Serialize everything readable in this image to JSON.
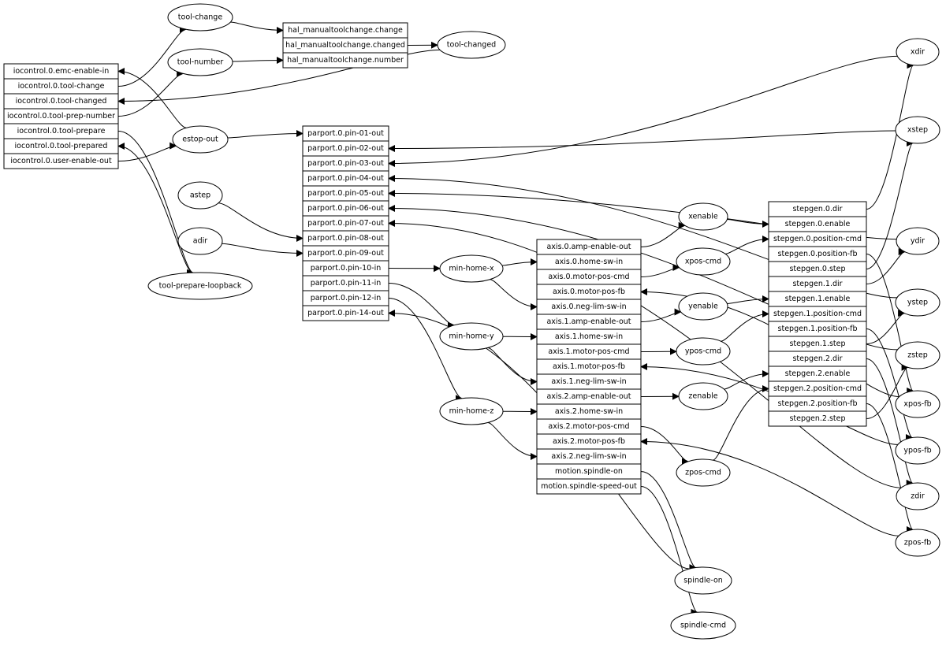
{
  "graph": {
    "line_color": "#000000",
    "fill_color": "#ffffff",
    "records": [
      {
        "id": "iocontrol",
        "fields": [
          "iocontrol.0.emc-enable-in",
          "iocontrol.0.tool-change",
          "iocontrol.0.tool-changed",
          "iocontrol.0.tool-prep-number",
          "iocontrol.0.tool-prepare",
          "iocontrol.0.tool-prepared",
          "iocontrol.0.user-enable-out"
        ]
      },
      {
        "id": "hal_manualtoolchange",
        "fields": [
          "hal_manualtoolchange.change",
          "hal_manualtoolchange.changed",
          "hal_manualtoolchange.number"
        ]
      },
      {
        "id": "parport",
        "fields": [
          "parport.0.pin-01-out",
          "parport.0.pin-02-out",
          "parport.0.pin-03-out",
          "parport.0.pin-04-out",
          "parport.0.pin-05-out",
          "parport.0.pin-06-out",
          "parport.0.pin-07-out",
          "parport.0.pin-08-out",
          "parport.0.pin-09-out",
          "parport.0.pin-10-in",
          "parport.0.pin-11-in",
          "parport.0.pin-12-in",
          "parport.0.pin-14-out"
        ]
      },
      {
        "id": "axis",
        "fields": [
          "axis.0.amp-enable-out",
          "axis.0.home-sw-in",
          "axis.0.motor-pos-cmd",
          "axis.0.motor-pos-fb",
          "axis.0.neg-lim-sw-in",
          "axis.1.amp-enable-out",
          "axis.1.home-sw-in",
          "axis.1.motor-pos-cmd",
          "axis.1.motor-pos-fb",
          "axis.1.neg-lim-sw-in",
          "axis.2.amp-enable-out",
          "axis.2.home-sw-in",
          "axis.2.motor-pos-cmd",
          "axis.2.motor-pos-fb",
          "axis.2.neg-lim-sw-in",
          "motion.spindle-on",
          "motion.spindle-speed-out"
        ]
      },
      {
        "id": "stepgen",
        "fields": [
          "stepgen.0.dir",
          "stepgen.0.enable",
          "stepgen.0.position-cmd",
          "stepgen.0.position-fb",
          "stepgen.0.step",
          "stepgen.1.dir",
          "stepgen.1.enable",
          "stepgen.1.position-cmd",
          "stepgen.1.position-fb",
          "stepgen.1.step",
          "stepgen.2.dir",
          "stepgen.2.enable",
          "stepgen.2.position-cmd",
          "stepgen.2.position-fb",
          "stepgen.2.step"
        ]
      }
    ],
    "signals": [
      {
        "id": "tool-change",
        "label": "tool-change"
      },
      {
        "id": "tool-number",
        "label": "tool-number"
      },
      {
        "id": "tool-changed",
        "label": "tool-changed"
      },
      {
        "id": "estop-out",
        "label": "estop-out"
      },
      {
        "id": "astep",
        "label": "astep"
      },
      {
        "id": "adir",
        "label": "adir"
      },
      {
        "id": "tool-prepare-loopback",
        "label": "tool-prepare-loopback"
      },
      {
        "id": "min-home-x",
        "label": "min-home-x"
      },
      {
        "id": "min-home-y",
        "label": "min-home-y"
      },
      {
        "id": "min-home-z",
        "label": "min-home-z"
      },
      {
        "id": "xenable",
        "label": "xenable"
      },
      {
        "id": "xpos-cmd",
        "label": "xpos-cmd"
      },
      {
        "id": "yenable",
        "label": "yenable"
      },
      {
        "id": "ypos-cmd",
        "label": "ypos-cmd"
      },
      {
        "id": "zenable",
        "label": "zenable"
      },
      {
        "id": "zpos-cmd",
        "label": "zpos-cmd"
      },
      {
        "id": "spindle-on",
        "label": "spindle-on"
      },
      {
        "id": "spindle-cmd",
        "label": "spindle-cmd"
      },
      {
        "id": "xdir",
        "label": "xdir"
      },
      {
        "id": "xstep",
        "label": "xstep"
      },
      {
        "id": "ydir",
        "label": "ydir"
      },
      {
        "id": "ystep",
        "label": "ystep"
      },
      {
        "id": "zstep",
        "label": "zstep"
      },
      {
        "id": "xpos-fb",
        "label": "xpos-fb"
      },
      {
        "id": "ypos-fb",
        "label": "ypos-fb"
      },
      {
        "id": "zdir",
        "label": "zdir"
      },
      {
        "id": "zpos-fb",
        "label": "zpos-fb"
      }
    ],
    "edges": [
      {
        "from": "iocontrol.0.tool-change",
        "to": "tool-change"
      },
      {
        "from": "tool-change",
        "to": "hal_manualtoolchange.change"
      },
      {
        "from": "iocontrol.0.tool-prep-number",
        "to": "tool-number"
      },
      {
        "from": "tool-number",
        "to": "hal_manualtoolchange.number"
      },
      {
        "from": "hal_manualtoolchange.changed",
        "to": "tool-changed"
      },
      {
        "from": "tool-changed",
        "to": "iocontrol.0.tool-changed"
      },
      {
        "from": "iocontrol.0.user-enable-out",
        "to": "estop-out"
      },
      {
        "from": "estop-out",
        "to": "iocontrol.0.emc-enable-in"
      },
      {
        "from": "estop-out",
        "to": "parport.0.pin-01-out"
      },
      {
        "from": "iocontrol.0.tool-prepare",
        "to": "tool-prepare-loopback"
      },
      {
        "from": "tool-prepare-loopback",
        "to": "iocontrol.0.tool-prepared"
      },
      {
        "from": "astep",
        "to": "parport.0.pin-08-out"
      },
      {
        "from": "adir",
        "to": "parport.0.pin-09-out"
      },
      {
        "from": "parport.0.pin-10-in",
        "to": "min-home-x"
      },
      {
        "from": "min-home-x",
        "to": "axis.0.home-sw-in"
      },
      {
        "from": "min-home-x",
        "to": "axis.0.neg-lim-sw-in"
      },
      {
        "from": "parport.0.pin-11-in",
        "to": "min-home-y"
      },
      {
        "from": "min-home-y",
        "to": "axis.1.home-sw-in"
      },
      {
        "from": "min-home-y",
        "to": "axis.1.neg-lim-sw-in"
      },
      {
        "from": "parport.0.pin-12-in",
        "to": "min-home-z"
      },
      {
        "from": "min-home-z",
        "to": "axis.2.home-sw-in"
      },
      {
        "from": "min-home-z",
        "to": "axis.2.neg-lim-sw-in"
      },
      {
        "from": "axis.0.amp-enable-out",
        "to": "xenable"
      },
      {
        "from": "xenable",
        "to": "stepgen.0.enable"
      },
      {
        "from": "axis.0.motor-pos-cmd",
        "to": "xpos-cmd"
      },
      {
        "from": "xpos-cmd",
        "to": "stepgen.0.position-cmd"
      },
      {
        "from": "axis.1.amp-enable-out",
        "to": "yenable"
      },
      {
        "from": "yenable",
        "to": "stepgen.1.enable"
      },
      {
        "from": "axis.1.motor-pos-cmd",
        "to": "ypos-cmd"
      },
      {
        "from": "ypos-cmd",
        "to": "stepgen.1.position-cmd"
      },
      {
        "from": "axis.2.amp-enable-out",
        "to": "zenable"
      },
      {
        "from": "zenable",
        "to": "stepgen.2.enable"
      },
      {
        "from": "axis.2.motor-pos-cmd",
        "to": "zpos-cmd"
      },
      {
        "from": "zpos-cmd",
        "to": "stepgen.2.position-cmd"
      },
      {
        "from": "motion.spindle-on",
        "to": "spindle-on"
      },
      {
        "from": "spindle-on",
        "to": "parport.0.pin-14-out"
      },
      {
        "from": "motion.spindle-speed-out",
        "to": "spindle-cmd"
      },
      {
        "from": "stepgen.0.dir",
        "to": "xdir"
      },
      {
        "from": "xdir",
        "to": "parport.0.pin-03-out"
      },
      {
        "from": "stepgen.0.step",
        "to": "xstep"
      },
      {
        "from": "xstep",
        "to": "parport.0.pin-02-out"
      },
      {
        "from": "stepgen.1.dir",
        "to": "ydir"
      },
      {
        "from": "ydir",
        "to": "parport.0.pin-05-out"
      },
      {
        "from": "stepgen.1.step",
        "to": "ystep"
      },
      {
        "from": "ystep",
        "to": "parport.0.pin-04-out"
      },
      {
        "from": "stepgen.2.step",
        "to": "zstep"
      },
      {
        "from": "zstep",
        "to": "parport.0.pin-06-out"
      },
      {
        "from": "stepgen.0.position-fb",
        "to": "xpos-fb"
      },
      {
        "from": "xpos-fb",
        "to": "axis.0.motor-pos-fb"
      },
      {
        "from": "stepgen.1.position-fb",
        "to": "ypos-fb"
      },
      {
        "from": "ypos-fb",
        "to": "axis.1.motor-pos-fb"
      },
      {
        "from": "stepgen.2.dir",
        "to": "zdir"
      },
      {
        "from": "zdir",
        "to": "parport.0.pin-07-out"
      },
      {
        "from": "stepgen.2.position-fb",
        "to": "zpos-fb"
      },
      {
        "from": "zpos-fb",
        "to": "axis.2.motor-pos-fb"
      }
    ]
  }
}
